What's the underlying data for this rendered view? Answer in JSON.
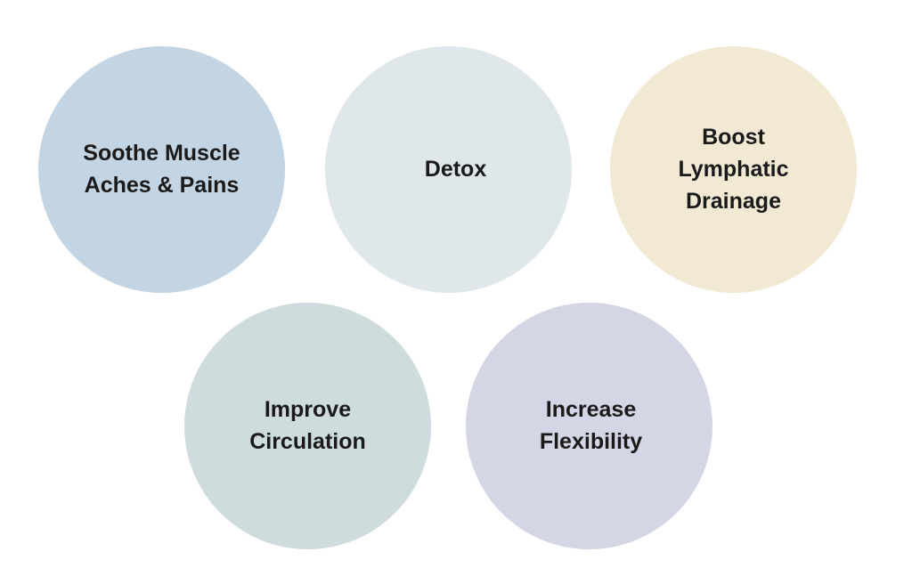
{
  "circles": [
    {
      "lines": [
        "Soothe Muscle",
        "Aches & Pains"
      ],
      "color": "#c3d4e2"
    },
    {
      "lines": [
        "Detox"
      ],
      "color": "#dfe7ea"
    },
    {
      "lines": [
        "Boost",
        "Lymphatic",
        "Drainage"
      ],
      "color": "#f1e9d3"
    },
    {
      "lines": [
        "Improve",
        "Circulation"
      ],
      "color": "#cfdcdd"
    },
    {
      "lines": [
        "Increase",
        "Flexibility"
      ],
      "color": "#d4d5e5"
    }
  ]
}
